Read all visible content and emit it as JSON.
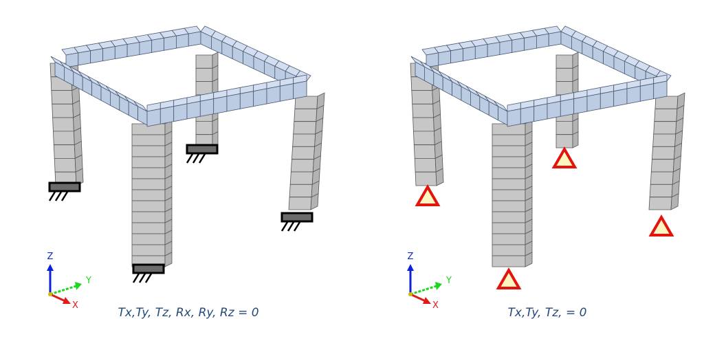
{
  "colors": {
    "beam_fill": "#bccde3",
    "beam_stroke": "#4a5870",
    "column_fill": "#c7c7c7",
    "column_stroke": "#555555",
    "fixed_support": "#6b6b6b",
    "pin_fill": "#fdf6c0",
    "pin_stroke": "#e3140e",
    "axis_z": "#0b22d6",
    "axis_y": "#1fd61f",
    "axis_x": "#e01b1b",
    "caption": "#24497a"
  },
  "left_model": {
    "support_type": "fixed",
    "caption": "Tx,Ty, Tz, Rx, Ry, Rz = 0",
    "axes": {
      "z": "Z",
      "y": "Y",
      "x": "X"
    }
  },
  "right_model": {
    "support_type": "pinned",
    "caption": "Tx,Ty, Tz, = 0",
    "axes": {
      "z": "Z",
      "y": "Y",
      "x": "X"
    }
  }
}
